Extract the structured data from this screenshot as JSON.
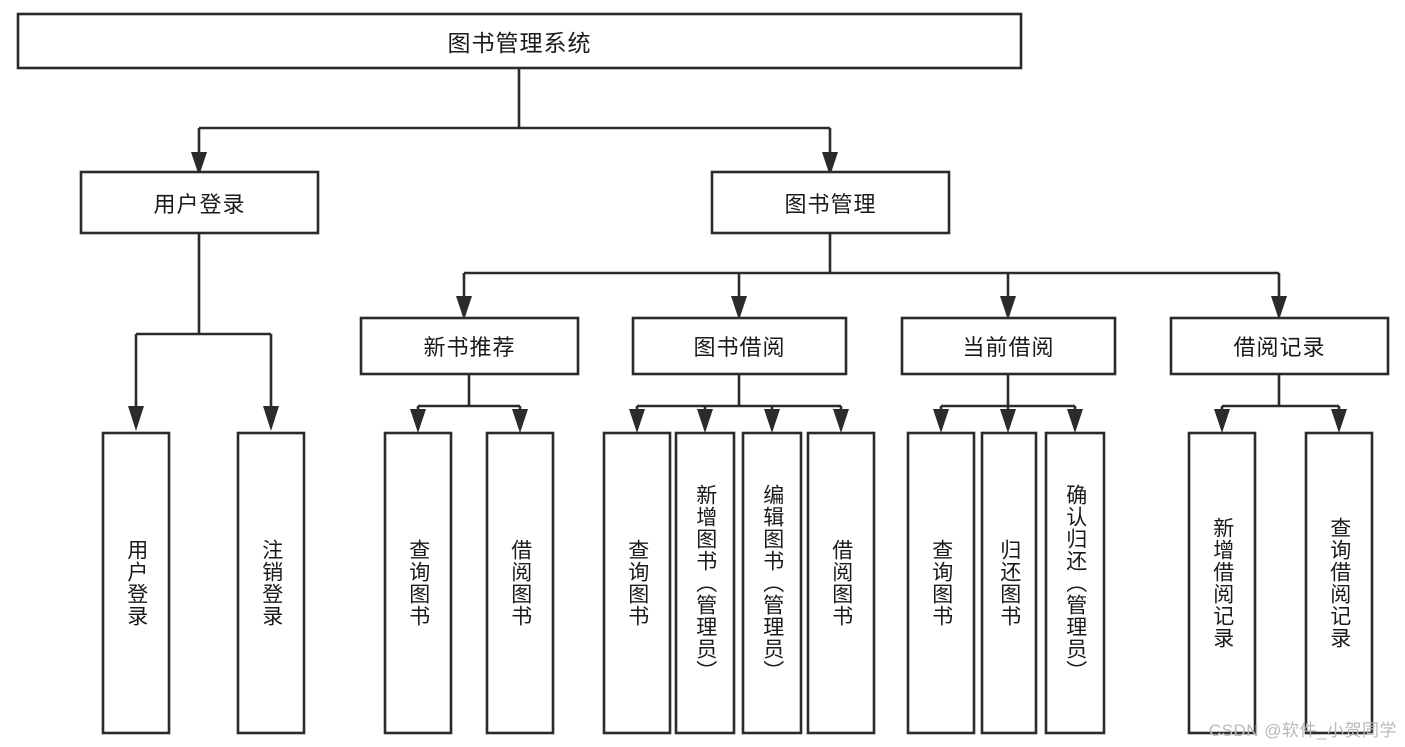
{
  "diagram": {
    "type": "tree-hierarchy",
    "title": "图书管理系统",
    "orientation": "top-down",
    "colors": {
      "stroke": "#2b2b2b",
      "fill": "#ffffff",
      "text": "#1a1a1a",
      "background": "#ffffff",
      "watermark": "#b9b9b9"
    },
    "levels": 4
  },
  "root": {
    "label": "图书管理系统"
  },
  "level2": [
    {
      "label": "用户登录"
    },
    {
      "label": "图书管理"
    }
  ],
  "level3": [
    {
      "label": "新书推荐"
    },
    {
      "label": "图书借阅"
    },
    {
      "label": "当前借阅"
    },
    {
      "label": "借阅记录"
    }
  ],
  "leaves": {
    "user_login": [
      {
        "label": "用户登录"
      },
      {
        "label": "注销登录"
      }
    ],
    "new_book_recommend": [
      {
        "label": "查询图书"
      },
      {
        "label": "借阅图书"
      }
    ],
    "book_borrow": [
      {
        "label": "查询图书"
      },
      {
        "label": "新增图书（管理员）"
      },
      {
        "label": "编辑图书（管理员）"
      },
      {
        "label": "借阅图书"
      }
    ],
    "current_borrow": [
      {
        "label": "查询图书"
      },
      {
        "label": "归还图书"
      },
      {
        "label": "确认归还（管理员）"
      }
    ],
    "borrow_record": [
      {
        "label": "新增借阅记录"
      },
      {
        "label": "查询借阅记录"
      }
    ]
  },
  "watermark": {
    "text": "CSDN @软件_小贺同学"
  }
}
